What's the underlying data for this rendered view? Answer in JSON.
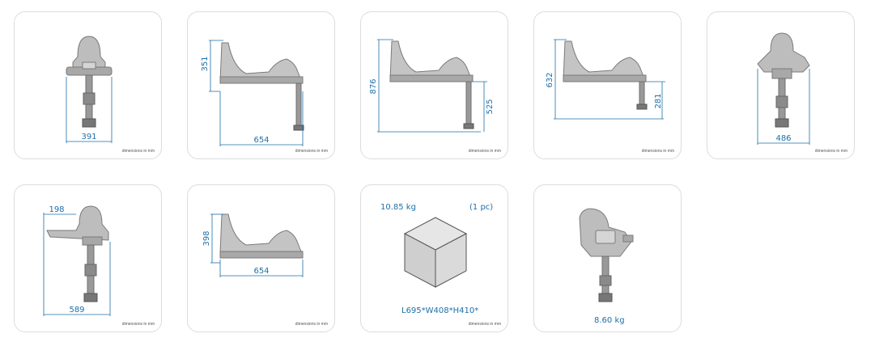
{
  "note": "dimensions in mm",
  "cards": [
    {
      "dims": [
        "391"
      ]
    },
    {
      "dims": [
        "351",
        "654"
      ]
    },
    {
      "dims": [
        "876",
        "525"
      ]
    },
    {
      "dims": [
        "632",
        "281"
      ]
    },
    {
      "dims": [
        "486"
      ]
    },
    {
      "dims": [
        "198",
        "589"
      ]
    },
    {
      "dims": [
        "398",
        "654"
      ]
    },
    {
      "weight": "10.85 kg",
      "qty": "(1 pc)",
      "size": "L695*W408*H410*"
    },
    {
      "weight": "8.60 kg"
    }
  ],
  "colors": {
    "dimension": "#1e6fa8",
    "product": "#8c8c8c",
    "border": "#dcdcdc"
  }
}
